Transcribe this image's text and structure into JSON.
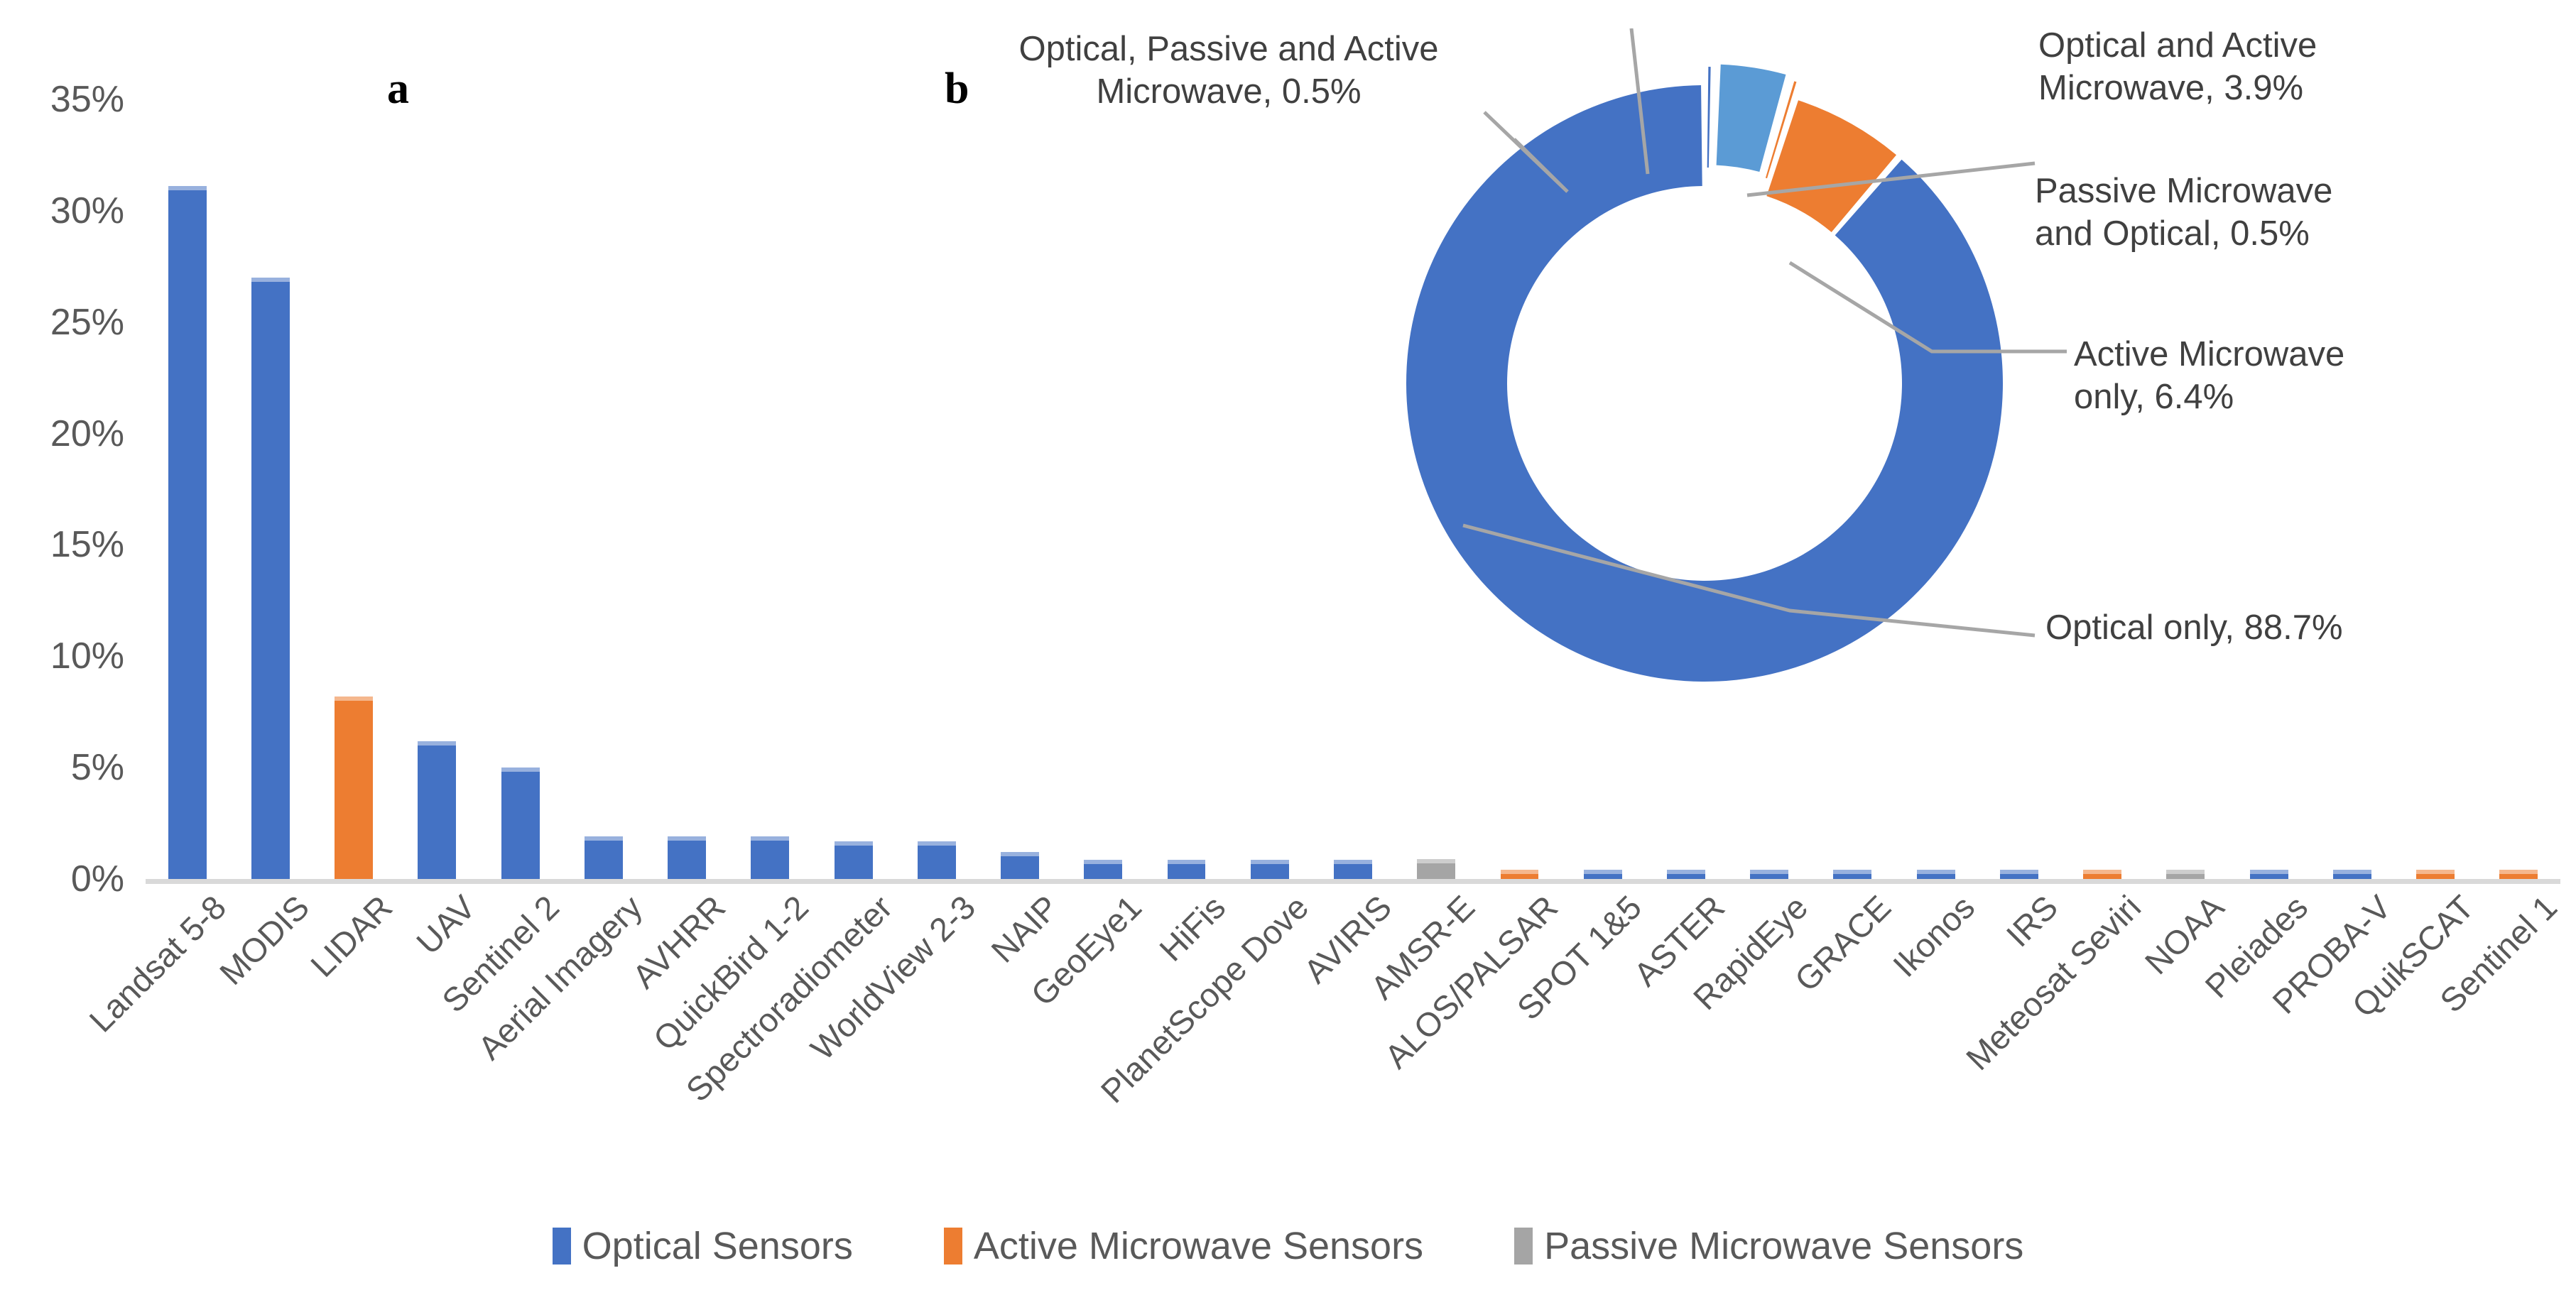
{
  "panels": {
    "a_letter": "a",
    "b_letter": "b"
  },
  "legend": {
    "items": [
      {
        "label": "Optical Sensors",
        "color": "#4472C4"
      },
      {
        "label": "Active Microwave Sensors",
        "color": "#ED7D31"
      },
      {
        "label": "Passive Microwave Sensors",
        "color": "#A5A5A5"
      }
    ]
  },
  "colors": {
    "optical": "#4472C4",
    "active_microwave": "#ED7D31",
    "passive_microwave": "#A5A5A5",
    "optical_and_active": "#5B9BD5",
    "axis": "#d9d9d9",
    "text": "#595959",
    "leader": "#A6A6A6"
  },
  "chart_data": [
    {
      "type": "bar",
      "title": "",
      "xlabel": "",
      "ylabel": "",
      "ylim": [
        0,
        35
      ],
      "grid": false,
      "legend_position": "bottom",
      "ytick_labels": [
        "0%",
        "5%",
        "10%",
        "15%",
        "20%",
        "25%",
        "30%",
        "35%"
      ],
      "ytick_values": [
        0,
        5,
        10,
        15,
        20,
        25,
        30,
        35
      ],
      "categories": [
        "Landsat 5-8",
        "MODIS",
        "LIDAR",
        "UAV",
        "Sentinel 2",
        "Aerial Imagery",
        "AVHRR",
        "QuickBird 1-2",
        "Spectroradiometer",
        "WorldView 2-3",
        "NAIP",
        "GeoEye1",
        "HiFis",
        "PlanetScope Dove",
        "AVIRIS",
        "AMSR-E",
        "ALOS/PALSAR",
        "SPOT 1&5",
        "ASTER",
        "RapidEye",
        "GRACE",
        "Ikonos",
        "IRS",
        "Meteosat Seviri",
        "NOAA",
        "Pleiades",
        "PROBA-V",
        "QuikSCAT",
        "Sentinel 1"
      ],
      "values": [
        31.1,
        27.0,
        8.2,
        6.2,
        5.0,
        1.9,
        1.9,
        1.9,
        1.7,
        1.7,
        1.2,
        0.85,
        0.85,
        0.85,
        0.85,
        0.9,
        0.42,
        0.4,
        0.4,
        0.4,
        0.4,
        0.4,
        0.4,
        0.42,
        0.4,
        0.4,
        0.4,
        0.42,
        0.42
      ],
      "series_of_bar": [
        "optical",
        "optical",
        "active_microwave",
        "optical",
        "optical",
        "optical",
        "optical",
        "optical",
        "optical",
        "optical",
        "optical",
        "optical",
        "optical",
        "optical",
        "optical",
        "passive_microwave",
        "active_microwave",
        "optical",
        "optical",
        "optical",
        "optical",
        "optical",
        "optical",
        "active_microwave",
        "passive_microwave",
        "optical",
        "optical",
        "active_microwave",
        "active_microwave"
      ]
    },
    {
      "type": "pie",
      "subtype": "donut",
      "title": "",
      "legend_position": "none",
      "slices": [
        {
          "label": "Optical only",
          "value": 88.7,
          "text": "Optical only, 88.7%",
          "color_key": "optical"
        },
        {
          "label": "Active Microwave only",
          "value": 6.4,
          "text": "Active Microwave\nonly, 6.4%",
          "color_key": "active_microwave"
        },
        {
          "label": "Optical and Active Microwave",
          "value": 3.9,
          "text": "Optical and Active\nMicrowave, 3.9%",
          "color_key": "optical_and_active"
        },
        {
          "label": "Optical, Passive and Active Microwave",
          "value": 0.5,
          "text": "Optical, Passive and Active\nMicrowave, 0.5%",
          "color_key": "optical"
        },
        {
          "label": "Passive Microwave and Optical",
          "value": 0.5,
          "text": "Passive Microwave\nand Optical, 0.5%",
          "color_key": "active_microwave"
        }
      ],
      "labels_text": {
        "optical_passive_active": "Optical, Passive and Active Microwave, 0.5%",
        "optical_and_active": "Optical and Active Microwave, 3.9%",
        "passive_and_optical": "Passive Microwave and Optical, 0.5%",
        "active_only": "Active Microwave only, 6.4%",
        "optical_only": "Optical only, 88.7%"
      },
      "label_lines": {
        "optical_passive_active": [
          "Optical, Passive and Active",
          "Microwave, 0.5%"
        ],
        "optical_and_active": [
          "Optical and Active",
          "Microwave, 3.9%"
        ],
        "passive_and_optical": [
          "Passive Microwave",
          "and Optical, 0.5%"
        ],
        "active_only": [
          "Active Microwave",
          "only, 6.4%"
        ],
        "optical_only": [
          "Optical only, 88.7%"
        ]
      }
    }
  ]
}
